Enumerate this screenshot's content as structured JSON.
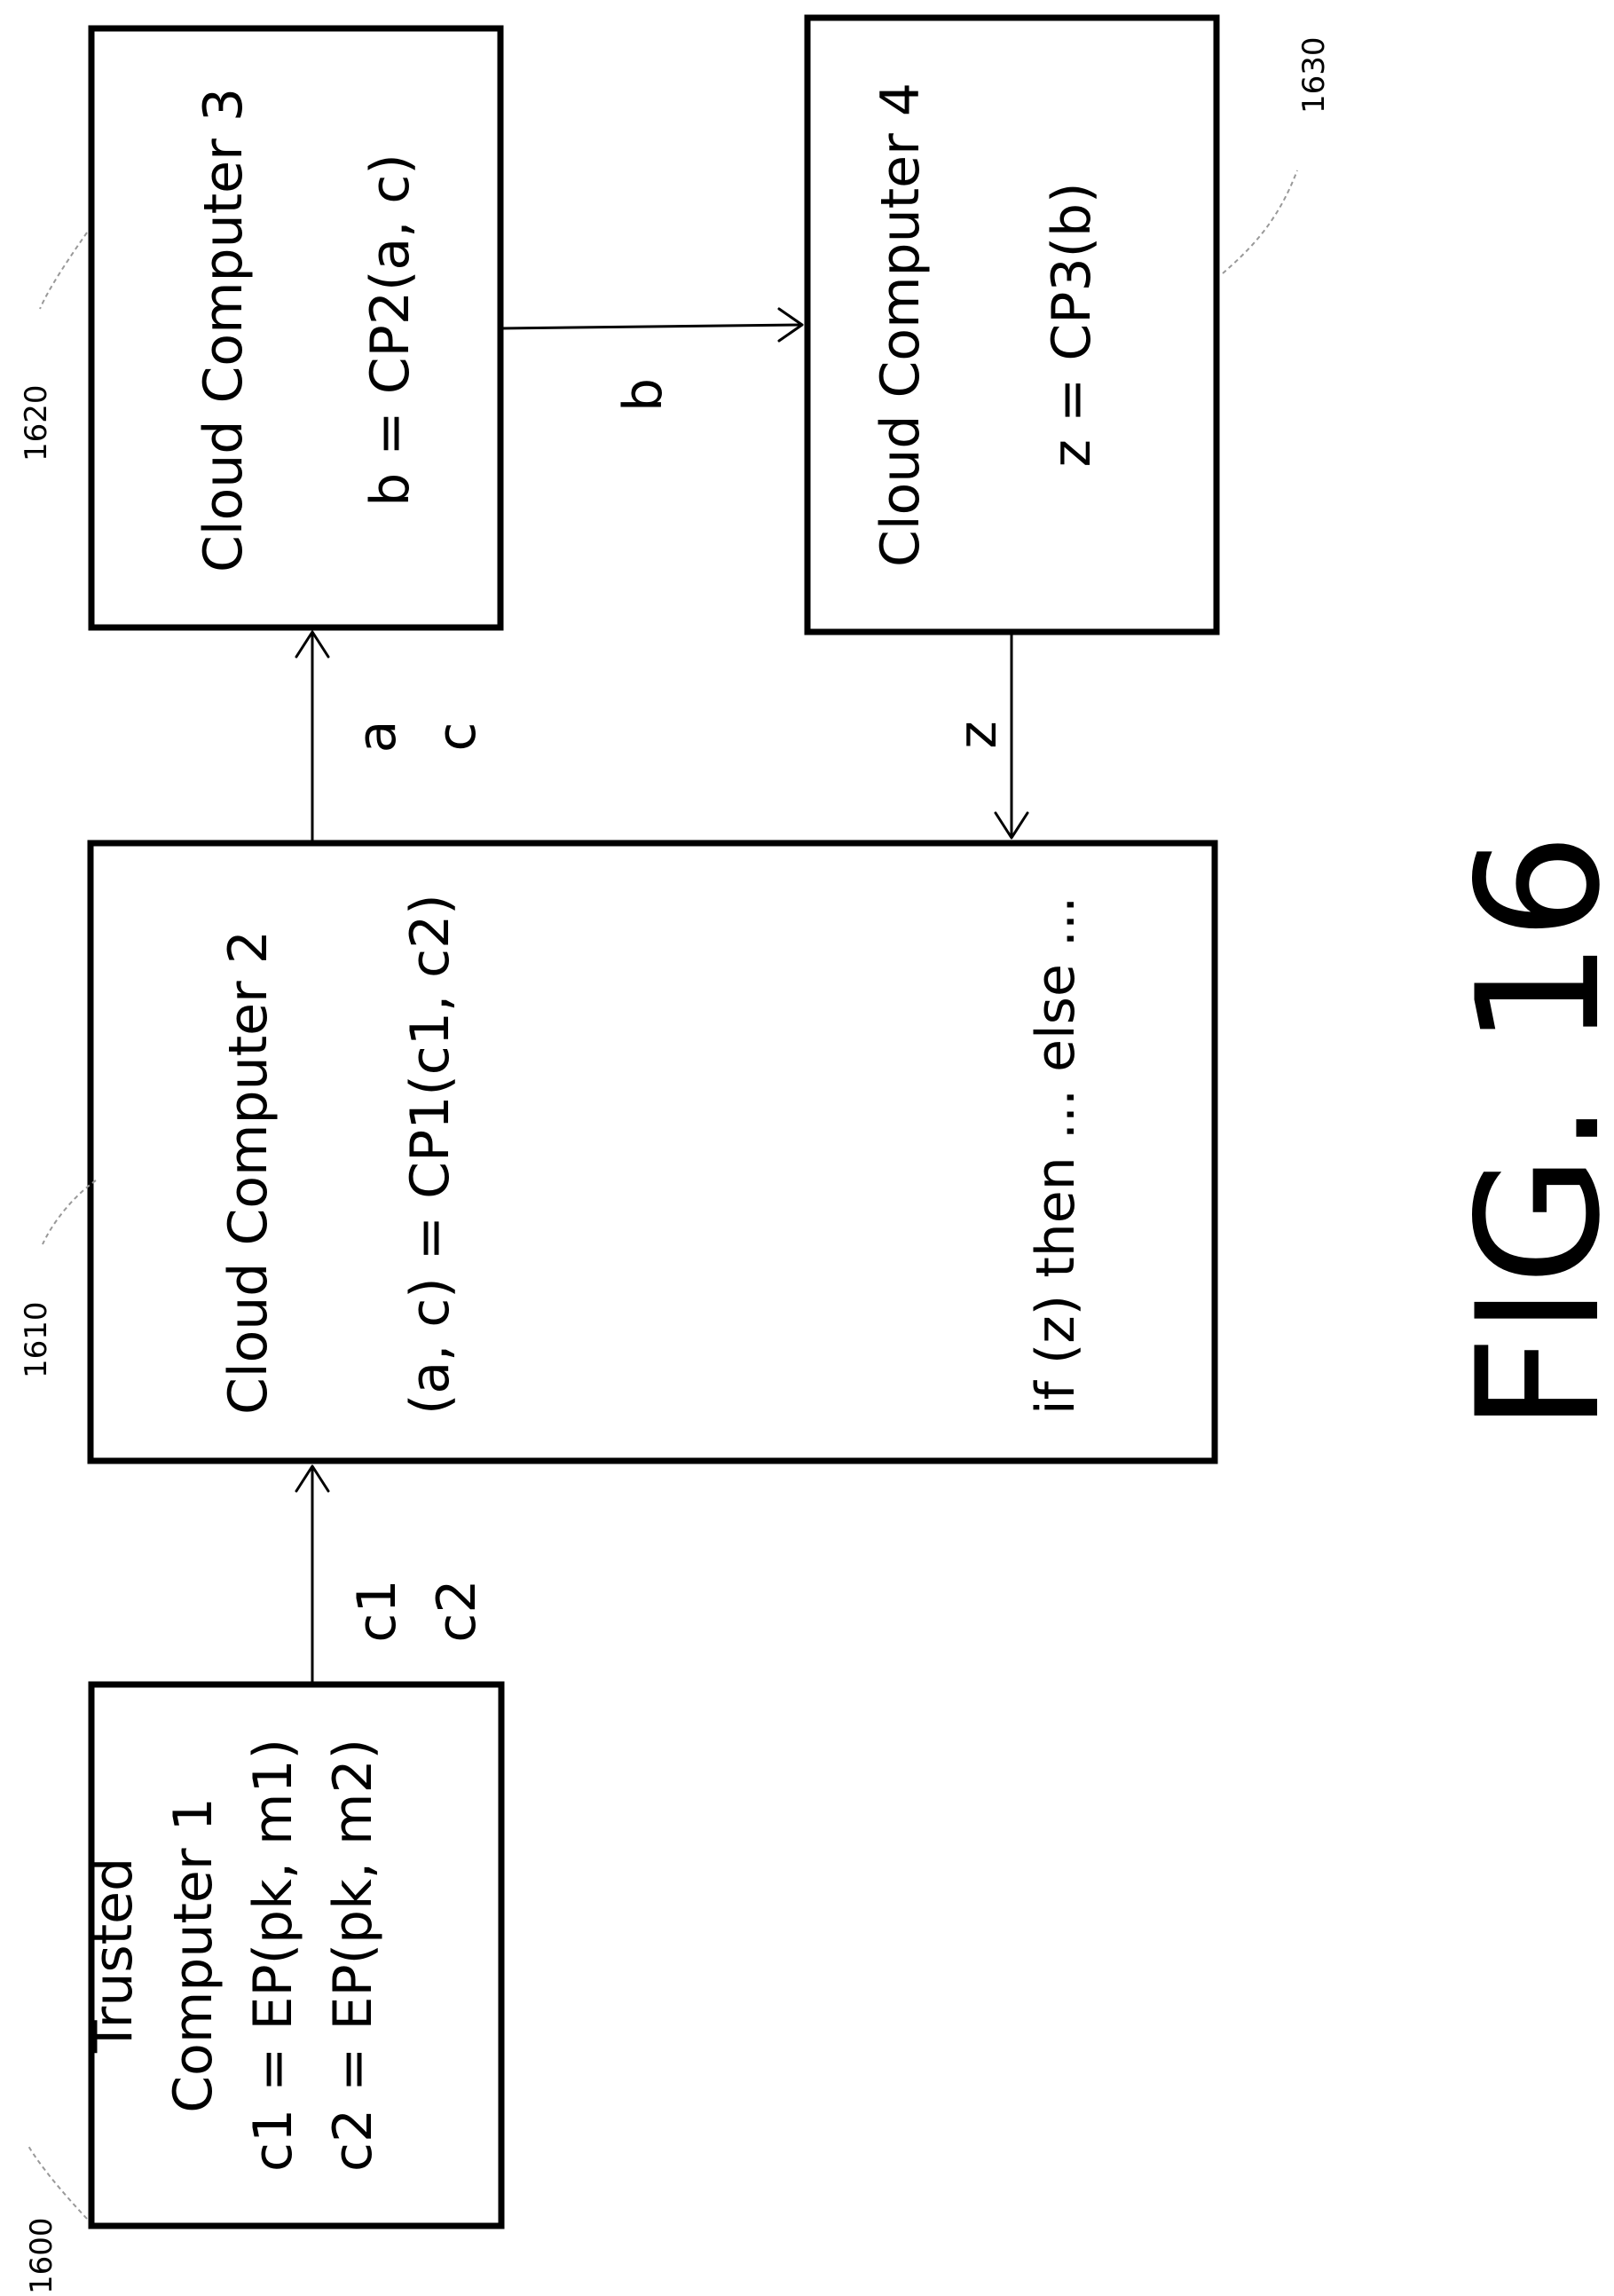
{
  "boxes": {
    "trusted": {
      "lines": [
        "Trusted",
        "Computer 1",
        "c1 = EP(pk, m1)",
        "c2 = EP(pk, m2)"
      ],
      "ref": "1600"
    },
    "cloud2": {
      "title": "Cloud Computer 2",
      "formula": "(a, c) = CP1(c1, c2)",
      "condition": "if (z) then ... else ...",
      "ref": "1610"
    },
    "cloud3": {
      "title": "Cloud Computer 3",
      "formula": "b = CP2(a, c)",
      "ref": "1620"
    },
    "cloud4": {
      "title": "Cloud Computer 4",
      "formula": "z = CP3(b)",
      "ref": "1630"
    }
  },
  "edges": {
    "c1c2": [
      "c1",
      "c2"
    ],
    "ac": [
      "a",
      "c"
    ],
    "b": "b",
    "z": "z"
  },
  "figure_label": "FIG. 16"
}
